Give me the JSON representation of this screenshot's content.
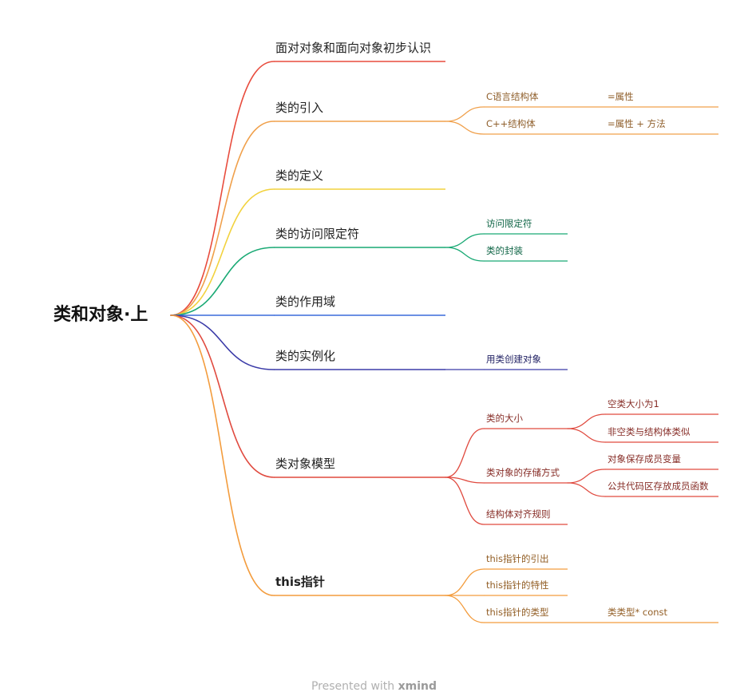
{
  "mindmap": {
    "root": "类和对象·上",
    "branches": [
      {
        "label": "面对对象和面向对象初步认识",
        "color": "#e84c3d",
        "children": []
      },
      {
        "label": "类的引入",
        "color": "#f0a04b",
        "children": [
          {
            "label": "C语言结构体",
            "children": [
              {
                "label": "=属性"
              }
            ]
          },
          {
            "label": "C++结构体",
            "children": [
              {
                "label": "=属性 + 方法"
              }
            ]
          }
        ]
      },
      {
        "label": "类的定义",
        "color": "#f2d23e",
        "children": []
      },
      {
        "label": "类的访问限定符",
        "color": "#19a974",
        "children": [
          {
            "label": "访问限定符",
            "children": []
          },
          {
            "label": "类的封装",
            "children": []
          }
        ]
      },
      {
        "label": "类的作用域",
        "color": "#3a6bdc",
        "children": []
      },
      {
        "label": "类的实例化",
        "color": "#3b3ba8",
        "children": [
          {
            "label": "用类创建对象",
            "children": []
          }
        ]
      },
      {
        "label": "类对象模型",
        "color": "#e04a3f",
        "children": [
          {
            "label": "类的大小",
            "children": [
              {
                "label": "空类大小为1"
              },
              {
                "label": "非空类与结构体类似"
              }
            ]
          },
          {
            "label": "类对象的存储方式",
            "children": [
              {
                "label": "对象保存成员变量"
              },
              {
                "label": "公共代码区存放成员函数"
              }
            ]
          },
          {
            "label": "结构体对齐规则",
            "children": []
          }
        ]
      },
      {
        "label": "this指针",
        "color": "#f39c3d",
        "children": [
          {
            "label": "this指针的引出",
            "children": []
          },
          {
            "label": "this指针的特性",
            "children": []
          },
          {
            "label": "this指针的类型",
            "children": [
              {
                "label": "类类型* const"
              }
            ]
          }
        ]
      }
    ]
  },
  "footer": {
    "prefix": "Presented with",
    "brand": "xmind"
  }
}
